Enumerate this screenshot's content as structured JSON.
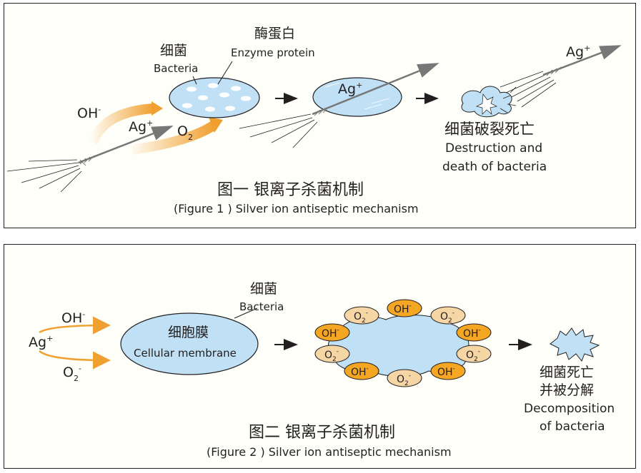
{
  "colors": {
    "cell_fill": "#bfe0f5",
    "cell_stroke": "#231f20",
    "arrow_orange": "#f0a030",
    "oh_fill": "#f5a623",
    "o2_fill": "#f7d6a6",
    "text": "#231f20",
    "panel_bg": "#fffffa"
  },
  "figure1": {
    "bacteria_cn": "细菌",
    "bacteria_en": "Bacteria",
    "enzyme_cn": "酶蛋白",
    "enzyme_en": "Enzyme protein",
    "oh": "OH",
    "oh_sup": "-",
    "ag": "Ag",
    "ag_sup": "+",
    "o2": "O",
    "o2_sub": "2",
    "ag_on_cell": "Ag",
    "ag_on_cell_sup": "+",
    "ag_right": "Ag",
    "ag_right_sup": "+",
    "destruction_cn": "细菌破裂死亡",
    "destruction_en_1": "Destruction and",
    "destruction_en_2": "death of bacteria",
    "caption_cn": "图一  银离子杀菌机制",
    "caption_en": "(Figure 1 ) Silver ion antiseptic mechanism"
  },
  "figure2": {
    "ag": "Ag",
    "ag_sup": "+",
    "oh": "OH",
    "oh_sup": "-",
    "o2": "O",
    "o2_sub": "2",
    "o2_sup": "-",
    "membrane_cn": "细胞膜",
    "membrane_en": "Cellular membrane",
    "bacteria_cn": "细菌",
    "bacteria_en": "Bacteria",
    "badge_oh": "OH",
    "badge_oh_sup": "-",
    "badge_o2": "O",
    "badge_o2_sub": "2",
    "badge_o2_sup": "-",
    "decomp_cn_1": "细菌死亡",
    "decomp_cn_2": "并被分解",
    "decomp_en_1": "Decomposition",
    "decomp_en_2": "of bacteria",
    "caption_cn": "图二  银离子杀菌机制",
    "caption_en": "(Figure 2 ) Silver ion antiseptic mechanism"
  }
}
